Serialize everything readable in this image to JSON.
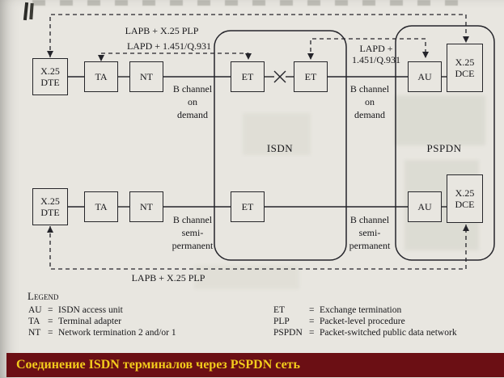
{
  "caption": {
    "text": "Соединение ISDN терминалов через PSPDN сеть",
    "bg": "#6b0f14",
    "fg": "#f2cb1c"
  },
  "boxes": {
    "x25_dte_top": [
      "X.25",
      "DTE"
    ],
    "ta_top": "TA",
    "nt_top": "NT",
    "et_top_left": "ET",
    "et_top_right": "ET",
    "au_top": "AU",
    "x25_dce_top": [
      "X.25",
      "DCE"
    ],
    "x25_dte_bottom": [
      "X.25",
      "DTE"
    ],
    "ta_bottom": "TA",
    "nt_bottom": "NT",
    "et_bottom": "ET",
    "au_bottom": "AU",
    "x25_dce_bottom": [
      "X.25",
      "DCE"
    ]
  },
  "labels": {
    "lapb_top": "LAPB + X.25 PLP",
    "lapd_left": "LAPD + 1.451/Q.931",
    "lapd_right_line1": "LAPD +",
    "lapd_right_line2": "1.451/Q.931",
    "lapb_bottom": "LAPB + X.25 PLP",
    "isdn": "ISDN",
    "pspdn": "PSPDN",
    "b_on_demand_left": [
      "B channel",
      "on",
      "demand"
    ],
    "b_on_demand_right": [
      "B channel",
      "on",
      "demand"
    ],
    "b_semi_left": [
      "B channel",
      "semi-",
      "permanent"
    ],
    "b_semi_right": [
      "B channel",
      "semi-",
      "permanent"
    ]
  },
  "legend": {
    "title": "Legend",
    "left": [
      {
        "abbr": "AU",
        "eq": "=",
        "def": "ISDN access unit"
      },
      {
        "abbr": "TA",
        "eq": "=",
        "def": "Terminal adapter"
      },
      {
        "abbr": "NT",
        "eq": "=",
        "def": "Network termination 2 and/or 1"
      }
    ],
    "right": [
      {
        "abbr": "ET",
        "eq": "=",
        "def": "Exchange termination"
      },
      {
        "abbr": "PLP",
        "eq": "=",
        "def": "Packet-level procedure"
      },
      {
        "abbr": "PSPDN",
        "eq": "=",
        "def": "Packet-switched public data network"
      }
    ]
  }
}
